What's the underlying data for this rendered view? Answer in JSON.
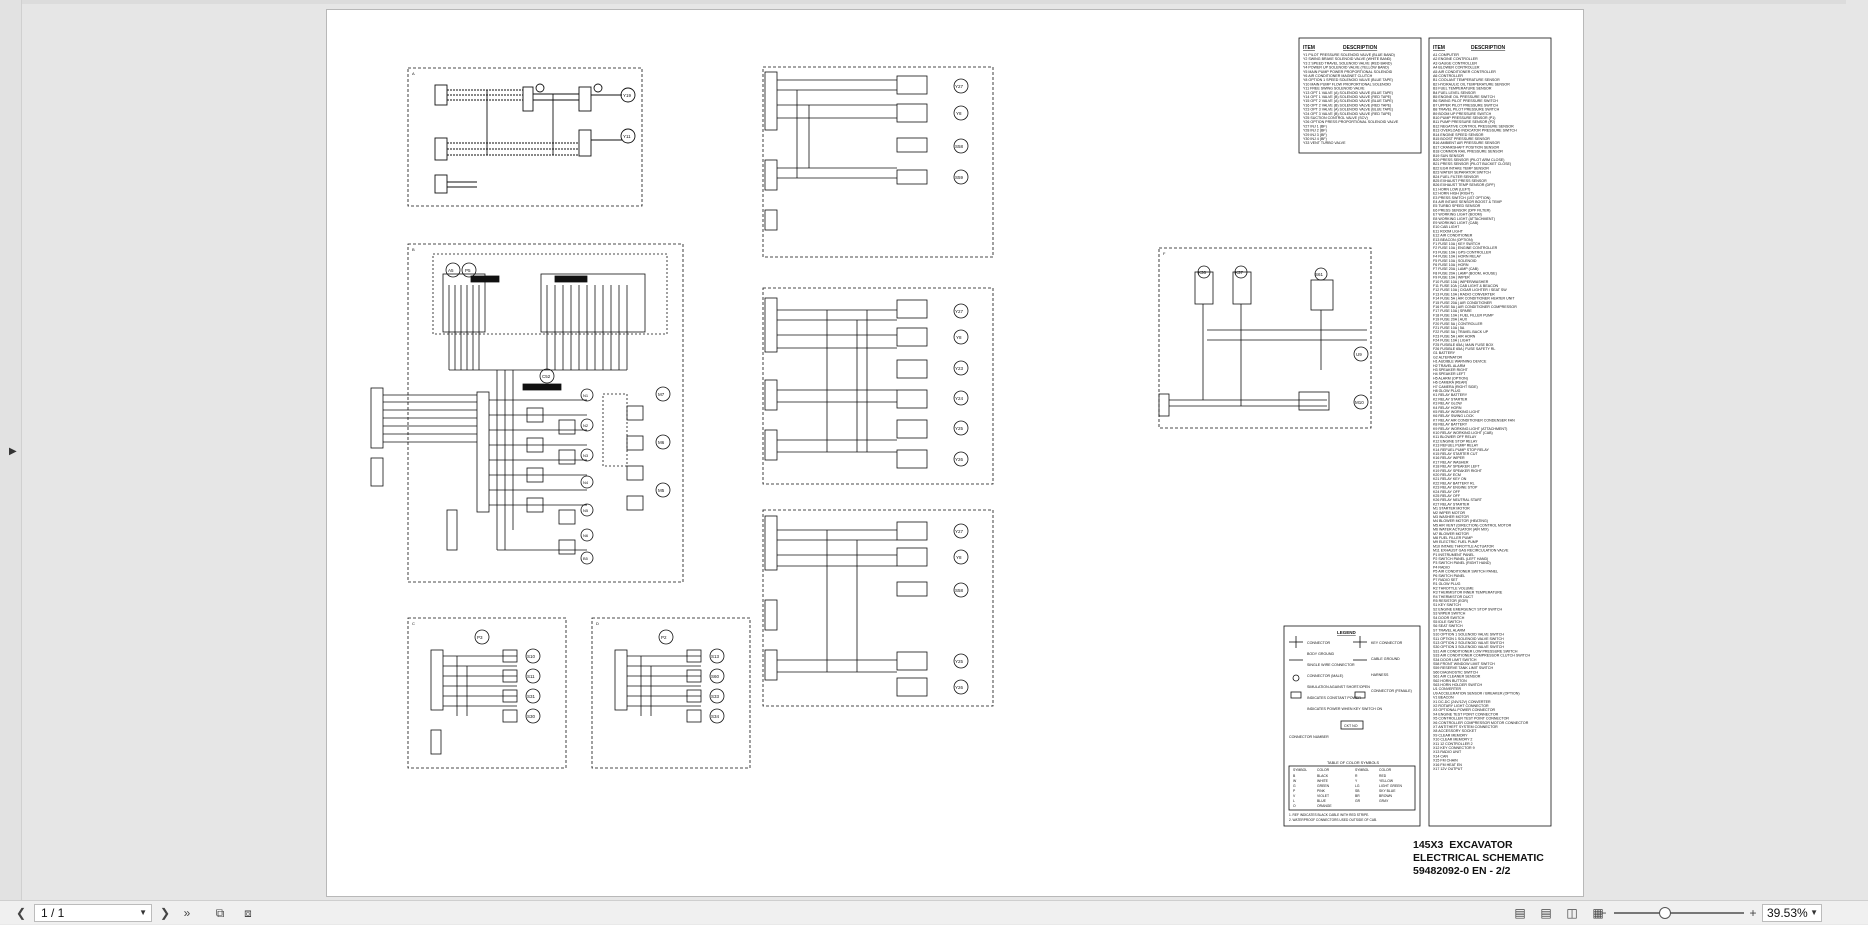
{
  "viewer": {
    "page_indicator": "1 / 1",
    "zoom_label": "39.53%",
    "zoom_fraction": 0.3953
  },
  "icons": {
    "first_page": "first-page-icon",
    "prev_page": "prev-page-icon",
    "next_page": "next-page-icon",
    "last_page": "last-page-icon",
    "expand": "sidebar-expand-icon",
    "zoom_out": "zoom-out-icon",
    "zoom_in": "zoom-in-icon"
  },
  "drawing": {
    "title_line1": "145X3  EXCAVATOR",
    "title_line2": "ELECTRICAL SCHEMATIC",
    "title_line3": "59482092-0 EN - 2/2",
    "item_header": "ITEM",
    "desc_header": "DESCRIPTION",
    "legend_title": "LEGEND",
    "legend_entries": [
      "CONNECTOR",
      "BODY GROUND",
      "SINGLE WIRE CONNECTOR",
      "CONNECTOR (MALE)",
      "SIMULATION AGAINST SHORT/OPEN",
      "INDICATES CONSTANT POWER",
      "INDICATES POWER WHEN KEY SWITCH ON"
    ],
    "legend_entries_right": [
      "KEY CONNECTOR",
      "CABLE GROUND",
      "HARNESS",
      "CONNECTOR (FEMALE)"
    ],
    "color_table_title": "TABLE OF COLOR SYMBOLS",
    "color_table_headers": [
      "SYMBOL",
      "COLOR",
      "SYMBOL",
      "COLOR"
    ],
    "color_table_rows": [
      [
        "B",
        "BLACK",
        "R",
        "RED"
      ],
      [
        "W",
        "WHITE",
        "Y",
        "YELLOW"
      ],
      [
        "G",
        "GREEN",
        "LG",
        "LIGHT GREEN"
      ],
      [
        "P",
        "PINK",
        "SB",
        "SKY BLUE"
      ],
      [
        "V",
        "VIOLET",
        "BR",
        "BROWN"
      ],
      [
        "L",
        "BLUE",
        "GR",
        "GRAY"
      ],
      [
        "O",
        "ORANGE",
        "",
        ""
      ]
    ],
    "connector_note": "CONNECTOR NUMBER",
    "circuit_label": "CKT NO",
    "section_labels": [
      "A",
      "B",
      "C",
      "D",
      "F"
    ],
    "symbols_a": [
      "Y19",
      "Y11"
    ],
    "symbols_b": [
      "A5",
      "P5",
      "C52",
      "M7",
      "M6",
      "M5",
      "N1",
      "N2",
      "N3",
      "N4",
      "N5",
      "N6",
      "B5"
    ],
    "symbols_c": [
      "P3",
      "S10",
      "S11",
      "S31",
      "S30"
    ],
    "symbols_d": [
      "P2",
      "S13",
      "S60",
      "S33",
      "S34"
    ],
    "symbols_e1": [
      "Y27",
      "Y8",
      "S58",
      "S59"
    ],
    "symbols_e2": [
      "Y27",
      "Y8",
      "Y23",
      "Y24",
      "Y25",
      "Y26"
    ],
    "symbols_e3": [
      "Y27",
      "Y8",
      "S58",
      "Y25",
      "Y26"
    ],
    "symbols_f": [
      "K36",
      "K37",
      "S61",
      "U9",
      "M10"
    ],
    "notes": [
      "1. REF INDICATES BLACK CABLE WITH RED STRIPE.",
      "2. WATERPROOF CONNECTORS USED OUTSIDE OF CAB."
    ]
  },
  "item_table_1": [
    "Y1  PILOT PRESSURE SOLENOID VALVE (BLUE BAND)",
    "Y2  SWING BRAKE SOLENOID VALVE (WHITE BAND)",
    "Y3  2 SPEED TRAVEL SOLENOID VALVE (RED BAND)",
    "Y4  POWER UP SOLENOID VALVE (YELLOW BAND)",
    "Y5  MAIN PUMP POWER PROPORTIONAL SOLENOID",
    "Y6  AIR CONDITIONER MAGNET CLUTCH",
    "Y8  OPTION 1 SPEED SOLENOID VALVE (BLUE TAPE)",
    "Y10 MAIN PUMP FLOW PROPORTIONAL SOLENOID",
    "Y11 FREE SWING SOLENOID VALVE",
    "Y13 OPT 1 VALVE (A) SOLENOID VALVE (BLUE TAPE)",
    "Y14 OPT 1 VALVE (B) SOLENOID VALVE (RED TAPE)",
    "Y15 OPT 2 VALVE (A) SOLENOID VALVE (BLUE TAPE)",
    "Y16 OPT 2 VALVE (B) SOLENOID VALVE (RED TAPE)",
    "Y23 OPT 3 VALVE (A) SOLENOID VALVE (BLUE TAPE)",
    "Y24 OPT 3 VALVE (B) SOLENOID VALVE (RED TAPE)",
    "Y25 SUCTION CONTROL VALVE (SCV)",
    "Y26 OPTION PRESS PROPORTIONAL SOLENOID VALVE",
    "Y27 INJ 1 (BF)",
    "Y28 INJ 2 (BF)",
    "Y29 INJ 3 (BF)",
    "Y30 INJ 4 (BF)",
    "Y33 VENT TURBO VALVE"
  ],
  "item_table_2": [
    "A1  COMPUTER",
    "A2  ENGINE CONTROLLER",
    "A3  GAUGE CONTROLLER",
    "A4  BLOWER CONTROLLER",
    "A5  AIR CONDITIONER CONTROLLER",
    "A6  CONTROLLER",
    "B1  COOLANT TEMPERATURE SENSOR",
    "B2  HYDRAULIC OIL TEMPERATURE SENSOR",
    "B3  FUEL TEMPERATURE SENSOR",
    "B4  FUEL LEVEL SENSOR",
    "B5  ENGINE OIL PRESSURE SWITCH",
    "B6  SWING PILOT PRESSURE SWITCH",
    "B7  UPPER PILOT PRESSURE SWITCH",
    "B8  TRAVEL PILOT PRESSURE SWITCH",
    "B9  BOOM UP PRESSURE SWITCH",
    "B10 PUMP PRESSURE SENSOR (P1)",
    "B11 PUMP PRESSURE SENSOR (P2)",
    "B12 NEGATIVE CONTROL PRESSURE SENSOR",
    "B13 OVERLOAD INDICATOR PRESSURE SWITCH",
    "B14 ENGINE SPEED SENSOR",
    "B15 BOOST PRESSURE SENSOR",
    "B16 AMBIENT AIR PRESSURE SENSOR",
    "B17 CRANKSHAFT POSITION SENSOR",
    "B18 COMMON RAIL PRESSURE SENSOR",
    "B19 SUN SENSOR",
    "B20 PRESS SENSOR (PILOT ARM CLOSE)",
    "B21 PRESS SENSOR (PILOT BUCKET CLOSE)",
    "B22 EGR INTAKE TEMP SENSOR",
    "B23 WATER SEPARATOR SWITCH",
    "B24 FUEL FILTER SENSOR",
    "B25 EXHAUST PRESS SENSOR",
    "B26 EXHAUST TEMP SENSOR (DPF)",
    "E1  HORN LOW (LEFT)",
    "E2  HORN HIGH (RIGHT)",
    "E3  PRESS SWITCH (1ST OPTION)",
    "E4  AIR INTAKE SENSOR BOOST & TEMP",
    "E5  TURBO SPEED SENSOR",
    "E6  PRESS SENSOR (DPF FILTER)",
    "E7  WORKING LIGHT (BOOM)",
    "E8  WORKING LIGHT (ATTACHMENT)",
    "E9  WORKING LIGHT (CAB)",
    "E10 CAB LIGHT",
    "E11 ROOM LIGHT",
    "E12 AIR CONDITIONER",
    "E13 BEACON (OPTION)",
    "F1  FUSE 10A | KEY SWITCH",
    "F2  FUSE 10A | ENGINE CONTROLLER",
    "F3  FUSE 10A | GPS CONTROLLER",
    "F4  FUSE 10A | HORN RELAY",
    "F5  FUSE 10A | SOLENOID",
    "F6  FUSE 10A | HORN",
    "F7  FUSE 20A | LAMP (CAB)",
    "F8  FUSE 20A | LAMP (BOOM, HOUSE)",
    "F9  FUSE 10A | WIPER",
    "F10 FUSE 10A | WIPER/WASHER",
    "F11 FUSE 10A | CAB LIGHT & BEACON",
    "F12 FUSE 10A | CIGAR LIGHTER / SEAT SW",
    "F13 FUSE 10A | RADIO CONVERTER",
    "F14 FUSE 5A | AIR CONDITIONER HEATER UNIT",
    "F15 FUSE 20A | AIR CONDITIONER",
    "F16 FUSE 5A | AIR CONDITIONER COMPRESSOR",
    "F17 FUSE 10A | SPARE",
    "F18 FUSE 10A | FUEL FILLER PUMP",
    "F19 FUSE 20A | AUX",
    "F20 FUSE 5A | CONTROLLER",
    "F21 FUSE 10A | 5A",
    "F22 FUSE 5A | TRAVEL BACK UP",
    "F23 FUSE 5A | AIR HORN",
    "F24 FUSE 10A | LIGHT",
    "F25 FUSIBLE 65A | MAIN FUSE BOX",
    "F26 FUSIBLE 65A | FUSE SAFETY RL",
    "G1  BATTERY",
    "G2  ALTERNATOR",
    "H1  AUDIBLE WARNING DEVICE",
    "H2  TRAVEL ALARM",
    "H3  SPEAKER RIGHT",
    "H4  SPEAKER LEFT",
    "H5  ALARM (OPTION)",
    "H6  CAMERA (REAR)",
    "H7  CAMERA (RIGHT SIDE)",
    "H8  GLOW PLUG",
    "K1  RELAY BATTERY",
    "K2  RELAY STARTER",
    "K3  RELAY GLOW",
    "K4  RELAY HORN",
    "K5  RELAY WORKING LIGHT",
    "K6  RELAY SWING LOCK",
    "K7  RELAY AIR CONDITIONER CONDENSER FAN",
    "K8  RELAY BATTERY",
    "K9  RELAY WORKING LIGHT (ATTACHMENT)",
    "K10 RELAY WORKING LIGHT (CAB)",
    "K11 BLOWER OFF RELAY",
    "K12 ENGINE STOP RELAY",
    "K13 REFUEL PUMP RELAY",
    "K14 REFUEL PUMP STOP RELAY",
    "K15 RELAY STARTER CUT",
    "K16 RELAY WIPER",
    "K17 RELAY WASHER",
    "K18 RELAY SPEAKER LEFT",
    "K19 RELAY SPEAKER RIGHT",
    "K20 RELAY ECM",
    "K21 RELAY KEY ON",
    "K22 RELAY BATTERY RL",
    "K23 RELAY ENGINE STOP",
    "K24 RELAY OFF",
    "K25 RELAY OFF",
    "K26 RELAY NEUTRAL START",
    "K27 RELAY STARTER",
    "M1  STARTER MOTOR",
    "M2  WIPER MOTOR",
    "M3  WASHER MOTOR",
    "M4  BLOWER MOTOR (HEATING)",
    "M5  AIR VENT (DIRECTION) CONTROL MOTOR",
    "M6  WATER ACTUATOR (AIR MIX)",
    "M7  BLOWER MOTOR",
    "M8  FUEL FILLER PUMP",
    "M9  ELECTRIC FUEL PUMP",
    "M10 INTAKE THROTTLE ACTUATOR",
    "M11 EXHAUST GAS RECIRCULATION VALVE",
    "P1  INSTRUMENT PANEL",
    "P2  SWITCH PANEL (LEFT HAND)",
    "P3  SWITCH PANEL (RIGHT HAND)",
    "P4  RADIO",
    "P5  AIR CONDITIONER SWITCH PANEL",
    "P6  SWITCH PANEL",
    "P7  RADIO SET",
    "R1  GLOW PLUG",
    "R2  THROTTLE VOLUME",
    "R3  THERMISTOR INNER TEMPERATURE",
    "R4  THERMISTOR DUCT",
    "R5  RESISTOR (EGR)",
    "S1  KEY SWITCH",
    "S2  ENGINE EMERGENCY STOP SWITCH",
    "S3  WIPER SWITCH",
    "S4  DOOR SWITCH",
    "S5  IDLE SWITCH",
    "S6  SEAT SWITCH",
    "S7  TRAVEL ALARM",
    "S10 OPTION 1 SOLENOID VALVE SWITCH",
    "S11 OPTION 1 SOLENOID VALVE SWITCH",
    "S13 OPTION 2 SOLENOID VALVE SWITCH",
    "S30 OPTION 3 SOLENOID VALVE SWITCH",
    "S31 AIR CONDITIONER LOW PRESSURE SWITCH",
    "S33 AIR CONDITIONER COMPRESSOR CLUTCH SWITCH",
    "S34 DOOR LIMIT SWITCH",
    "S58 FRONT WINDOW LIMIT SWITCH",
    "S59 RESERVE TANK LIMIT SWITCH",
    "S60 DIAGNOSTIC SWITCH",
    "S61 AIR CLEANER SENSOR",
    "S62 HORN BUTTON",
    "S63 HORN HOLDER SWITCH",
    "U1  CONVERTER",
    "U9  ACCELERATION SENSOR / BREAKER (OPTION)",
    "V1  BEACON",
    "X1  DC-DC (24V/12V) CONVERTER",
    "X2  ROTARY LIGHT CONNECTOR",
    "X3  OPTIONAL POWER CONNECTOR",
    "X4  ENGINE TEST POINT CONNECTOR",
    "X5  CONTROLLER TEST POINT CONNECTOR",
    "X6  CONTROLLER COMPRESSOR MOTOR CONNECTOR",
    "X7  ANTITHEFT SYSTEM CONNECTOR",
    "X8  ACCESSORY SOCKET",
    "X9  CLEAR MEMORY",
    "X10 CLEAR MEMORY 2",
    "X11 12 CONTROLLER 2",
    "X12 KEY CONNECTOR 9",
    "X13 RADIO UNIT",
    "X14 CAN",
    "X15 FM CHAIN",
    "X16 FM HEAT EN",
    "X17 12V OUTPUT"
  ]
}
